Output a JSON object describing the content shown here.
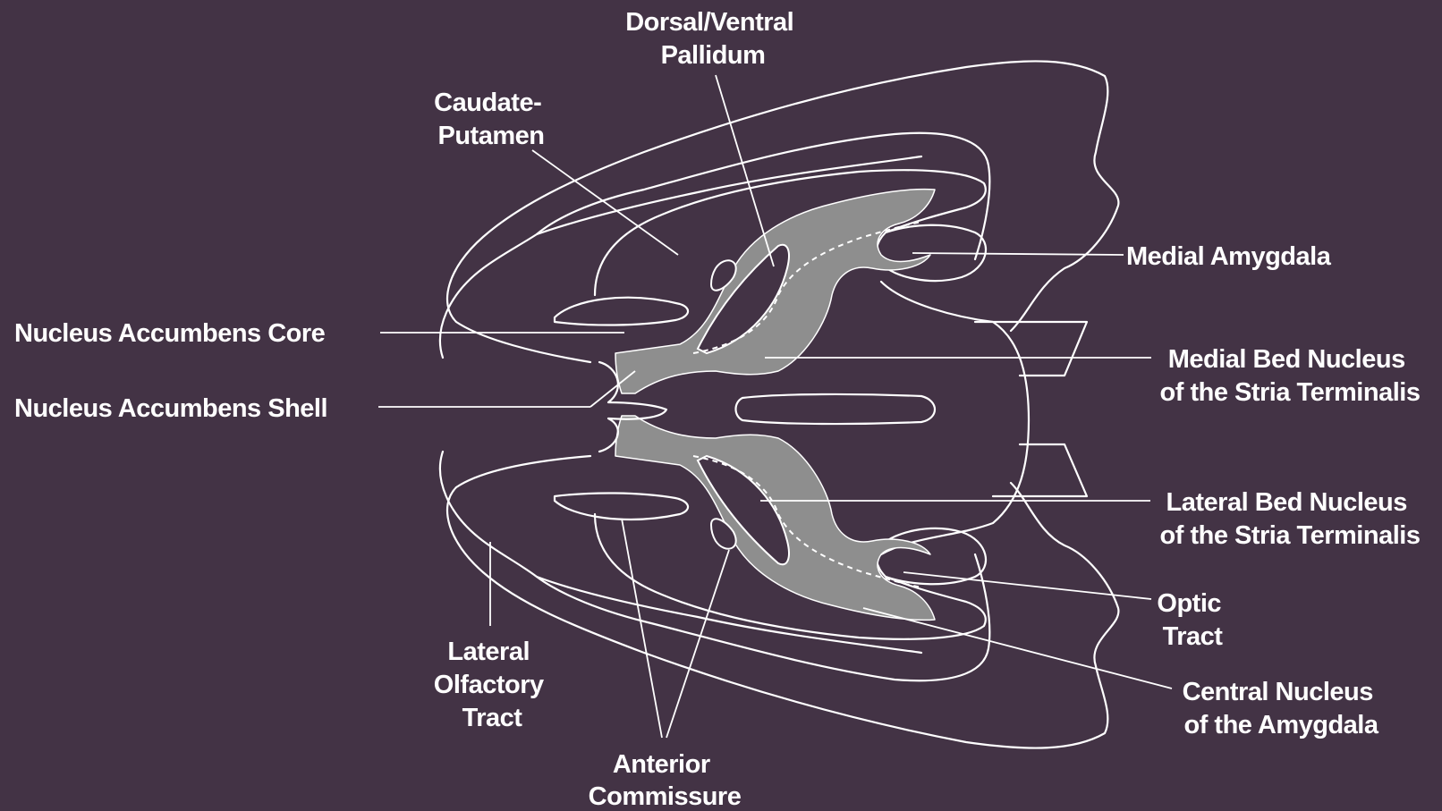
{
  "background_color": "#433345",
  "line_color": "#ffffff",
  "region_fill_color": "#8e8e8e",
  "labels": {
    "pallidum": [
      "Dorsal/Ventral",
      "Pallidum"
    ],
    "caudate": [
      "Caudate-",
      "Putamen"
    ],
    "medial_amygdala": [
      "Medial Amygdala"
    ],
    "nac_core": [
      "Nucleus Accumbens Core"
    ],
    "nac_shell": [
      "Nucleus Accumbens Shell"
    ],
    "medial_bnst": [
      "Medial Bed Nucleus",
      "of the Stria Terminalis"
    ],
    "lateral_bnst": [
      "Lateral Bed Nucleus",
      "of the Stria Terminalis"
    ],
    "optic_tract": [
      "Optic",
      "Tract"
    ],
    "central_amygdala": [
      "Central Nucleus",
      "of the Amygdala"
    ],
    "lot": [
      "Lateral",
      "Olfactory",
      "Tract"
    ],
    "anterior_commissure": [
      "Anterior",
      "Commissure"
    ]
  }
}
